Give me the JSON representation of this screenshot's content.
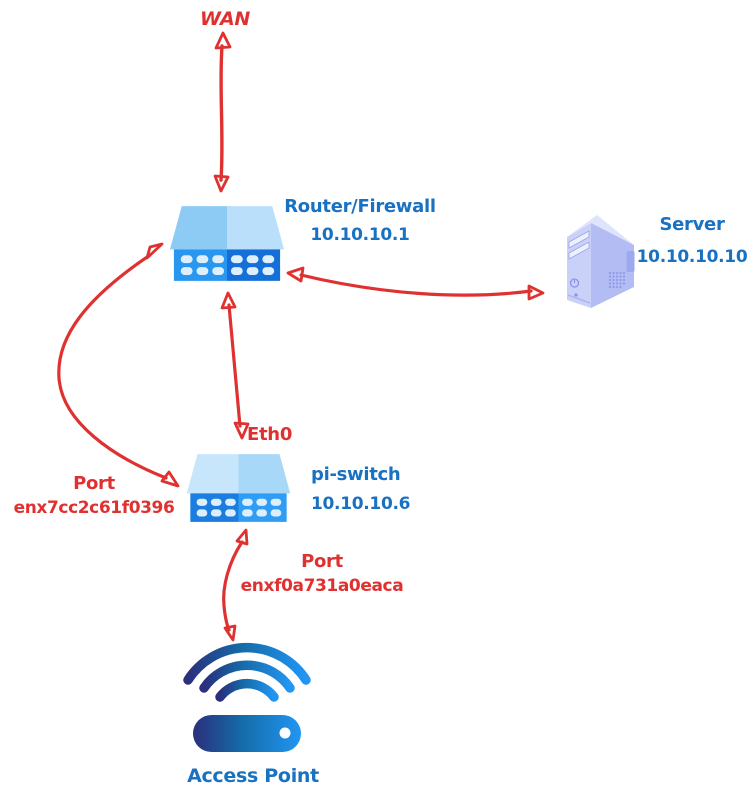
{
  "nodes": {
    "wan": {
      "label": "WAN"
    },
    "router": {
      "name": "Router/Firewall",
      "ip": "10.10.10.1",
      "icon": "network-switch-icon"
    },
    "server": {
      "name": "Server",
      "ip": "10.10.10.10",
      "icon": "server-tower-icon"
    },
    "pi_switch": {
      "name": "pi-switch",
      "ip": "10.10.10.6",
      "icon": "network-switch-icon"
    },
    "access_point": {
      "name": "Access Point",
      "icon": "wireless-access-point-icon"
    }
  },
  "edges": {
    "wan_link": {
      "from": "WAN",
      "to": "Router/Firewall",
      "style": "double-arrow"
    },
    "router_server": {
      "from": "Router/Firewall",
      "to": "Server",
      "style": "double-arrow"
    },
    "eth0": {
      "label": "Eth0",
      "from": "Router/Firewall",
      "to": "pi-switch",
      "style": "double-arrow"
    },
    "switch_uplink_port": {
      "label_title": "Port",
      "label_value": "enx7cc2c61f0396",
      "from": "Router/Firewall",
      "to": "pi-switch",
      "style": "double-arrow"
    },
    "ap_port": {
      "label_title": "Port",
      "label_value": "enxf0a731a0eaca",
      "from": "pi-switch",
      "to": "Access Point",
      "style": "double-arrow"
    }
  },
  "colors": {
    "background": "#ffffff",
    "arrow_red": "#e03131",
    "edge_label_red": "#e03131",
    "node_label_blue": "#1971c2",
    "switch_top_light": "#c7e5fb",
    "switch_top_mid": "#a8d8f7",
    "switch_base_bright": "#2997f0",
    "switch_base_dark": "#1470d8",
    "switch_port_dots": "#ddeffc",
    "server_body": "#c9d1f8",
    "server_side": "#b3bdf3",
    "server_top": "#dee4fb",
    "ap_gradient_start": "#2b2f7c",
    "ap_gradient_mid": "#156ba8",
    "ap_gradient_end": "#2196f3"
  }
}
